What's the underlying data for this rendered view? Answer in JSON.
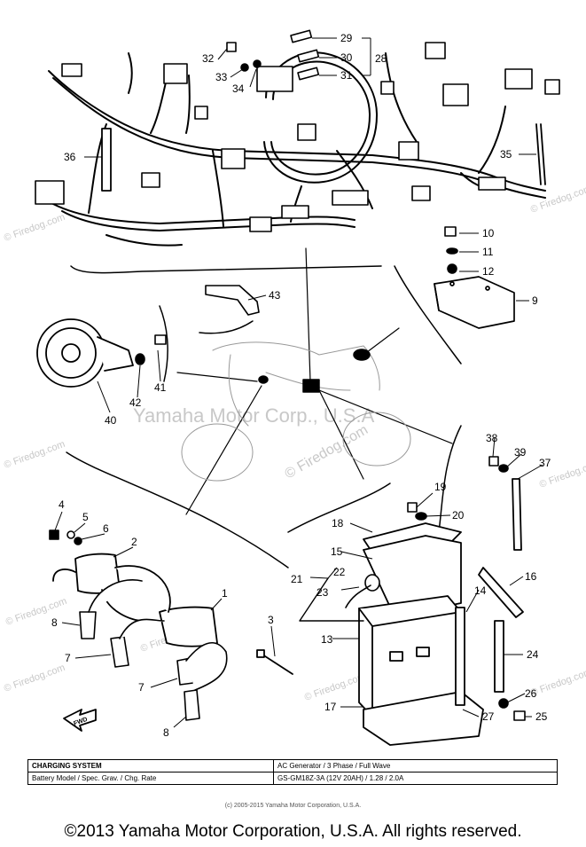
{
  "watermarks": [
    "© Firedog.com",
    "Yamaha Motor Corp., U.S.A"
  ],
  "direction_marker": "FWD",
  "part_numbers": [
    "1",
    "2",
    "3",
    "4",
    "5",
    "6",
    "7",
    "8",
    "9",
    "10",
    "11",
    "12",
    "13",
    "14",
    "15",
    "16",
    "17",
    "18",
    "19",
    "20",
    "21",
    "22",
    "23",
    "24",
    "25",
    "26",
    "27",
    "28",
    "29",
    "30",
    "31",
    "32",
    "33",
    "34",
    "35",
    "36",
    "37",
    "38",
    "39",
    "40",
    "41",
    "42",
    "43"
  ],
  "spec_table": {
    "rows": [
      {
        "label": "CHARGING SYSTEM",
        "value": "AC Generator / 3 Phase / Full Wave"
      },
      {
        "label": "Battery  Model / Spec. Grav. / Chg. Rate",
        "value": "GS-GM18Z-3A (12V 20AH) / 1.28 / 2.0A"
      }
    ]
  },
  "small_copyright": "(c) 2005-2015 Yamaha Motor Corporation, U.S.A.",
  "copyright": "©2013 Yamaha Motor Corporation, U.S.A. All rights reserved."
}
